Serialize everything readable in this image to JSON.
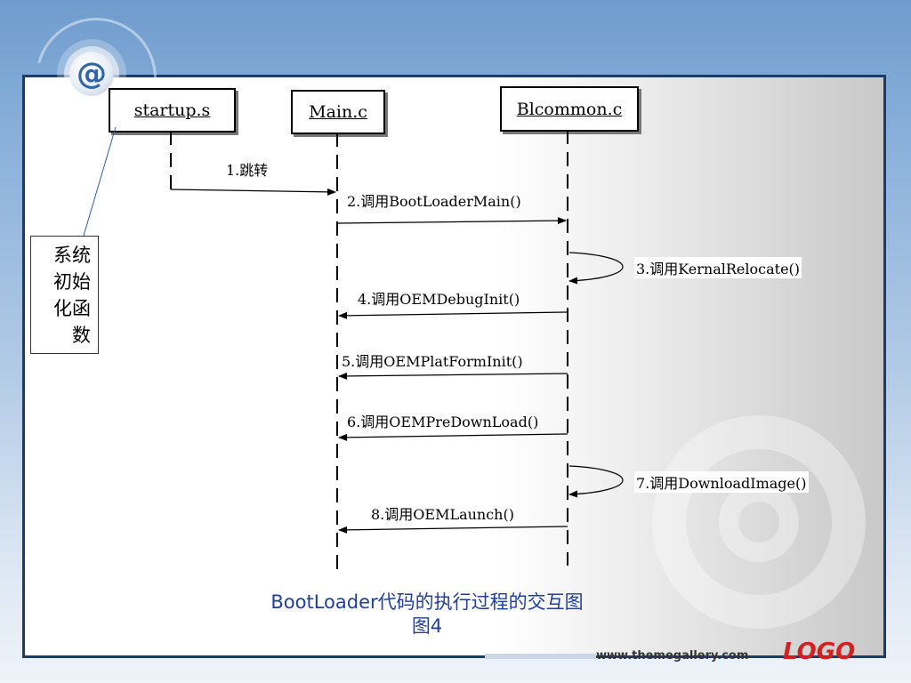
{
  "participants": [
    {
      "id": "startup",
      "label": "startup.s"
    },
    {
      "id": "main",
      "label": "Main.c"
    },
    {
      "id": "blcommon",
      "label": "Blcommon.c"
    }
  ],
  "side_note": {
    "lines": [
      "系统",
      "初始",
      "化函",
      "数"
    ]
  },
  "messages": [
    {
      "label": "1.跳转"
    },
    {
      "label": "2.调用BootLoaderMain()"
    },
    {
      "label": "3.调用KernalRelocate()"
    },
    {
      "label": "4.调用OEMDebugInit()"
    },
    {
      "label": "5.调用OEMPlatFormInit()"
    },
    {
      "label": "6.调用OEMPreDownLoad()"
    },
    {
      "label": "7.调用DownloadImage()"
    },
    {
      "label": "8.调用OEMLaunch()"
    }
  ],
  "caption": {
    "line1": "BootLoader代码的执行过程的交互图",
    "line2": "图4"
  },
  "footer": {
    "url": "www.themegallery.com",
    "logo": "LOGO"
  },
  "icons": {
    "corner": "at-sign-icon"
  },
  "colors": {
    "frame": "#1d3b6a",
    "caption": "#1f3f9b",
    "logo": "#d32020"
  }
}
